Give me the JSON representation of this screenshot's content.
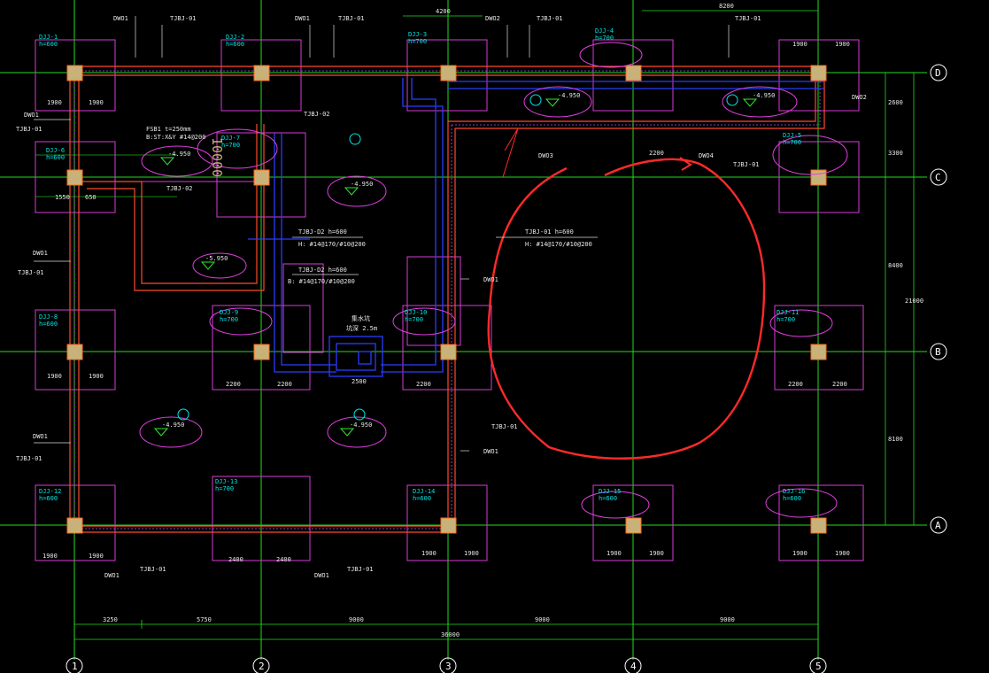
{
  "axes": {
    "letters": [
      "D",
      "C",
      "B",
      "A"
    ],
    "numbers": [
      "1",
      "2",
      "3",
      "4",
      "5"
    ]
  },
  "dimensions": {
    "bottom": [
      "3250",
      "5750",
      "9000",
      "9000",
      "9000"
    ],
    "bottom_total": "36000",
    "right": [
      "2600",
      "3300",
      "8400",
      "8100"
    ],
    "right_total": "21000",
    "top_span_left": "4200",
    "top_span_right": "8200"
  },
  "labels": {
    "dwo1": "DWO1",
    "dwo2": "DWO2",
    "dwo3": "DWO3",
    "dwo4": "DWO4",
    "tjbj01": "TJBJ-01",
    "tjbj02": "TJBJ-02",
    "tjbj_d2_h600": "TJBJ-D2  h=600",
    "tjbj_01_h600": "TJBJ-01  h=600",
    "beam_b": "B:  #14@170/#10@200",
    "beam_h": "H:  #14@170/#10@200",
    "elev_neg4950": "-4.950",
    "elev_neg5950": "-5.950",
    "big_number": "10000",
    "pit_label": "集水坑",
    "pit_depth": "坑深 2.5m",
    "fsb1": "FSB1 t=250mm",
    "fsb1_reinf": "B:ST:X&Y  #14@200",
    "dim_2200": "2200",
    "dim_1900": "1900",
    "dim_2400": "2400",
    "dim_2500": "2500",
    "dim_1550": "1550",
    "dim_650": "650"
  },
  "foundations": [
    {
      "id": "DJJ-1",
      "h": "h=600"
    },
    {
      "id": "DJJ-2",
      "h": "h=600"
    },
    {
      "id": "DJJ-3",
      "h": "h=700"
    },
    {
      "id": "DJJ-4",
      "h": "h=700"
    },
    {
      "id": "DJJ-5",
      "h": "h=700"
    },
    {
      "id": "DJJ-6",
      "h": "h=600"
    },
    {
      "id": "DJJ-7",
      "h": "h=700"
    },
    {
      "id": "DJJ-8",
      "h": "h=600"
    },
    {
      "id": "DJJ-9",
      "h": "h=700"
    },
    {
      "id": "DJJ-10",
      "h": "h=700"
    },
    {
      "id": "DJJ-11",
      "h": "h=700"
    },
    {
      "id": "DJJ-12",
      "h": "h=600"
    },
    {
      "id": "DJJ-13",
      "h": "h=700"
    },
    {
      "id": "DJJ-14",
      "h": "h=600"
    },
    {
      "id": "DJJ-15",
      "h": "h=600"
    },
    {
      "id": "DJJ-16",
      "h": "h=600"
    }
  ],
  "colors": {
    "grid_green": "#1fdc1f",
    "wall_red": "#ff4a2a",
    "dim_magenta": "#e040e0",
    "text_cyan": "#00e5e5",
    "annotation_red": "#ff2a2a",
    "pipe_blue": "#2a3cff",
    "column_tan": "#c8b27a"
  }
}
